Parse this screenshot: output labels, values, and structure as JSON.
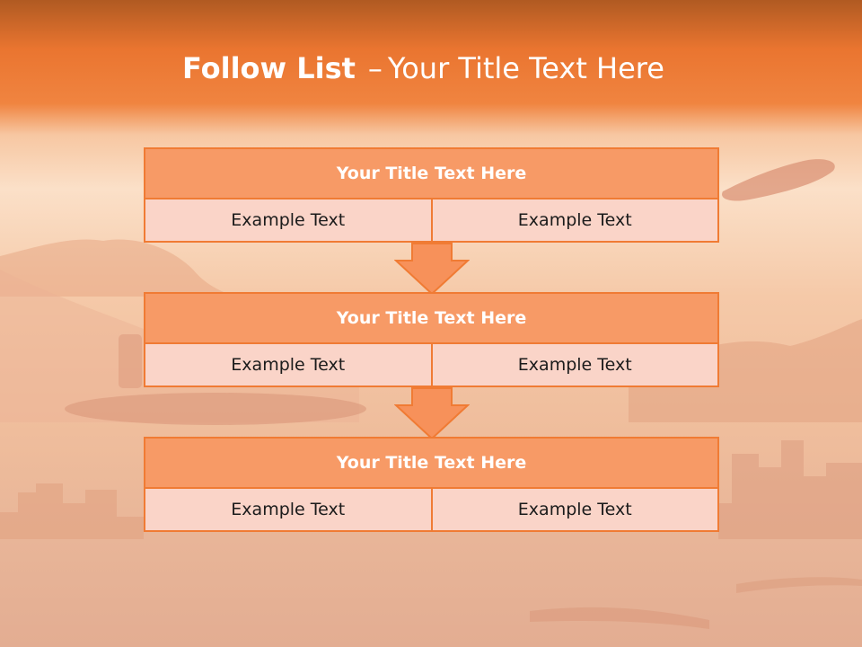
{
  "slide": {
    "title_bold": "Follow List",
    "title_dash": "–",
    "title_rest": "Your Title Text Here"
  },
  "blocks": [
    {
      "title": "Your Title Text Here",
      "left": "Example Text",
      "right": "Example Text"
    },
    {
      "title": "Your Title Text Here",
      "left": "Example Text",
      "right": "Example Text"
    },
    {
      "title": "Your Title Text Here",
      "left": "Example Text",
      "right": "Example Text"
    }
  ],
  "colors": {
    "header_orange": "#f08440",
    "block_title_fill": "#f79a66",
    "cell_fill": "#fad4c8",
    "border": "#f07b34",
    "arrow_fill": "#f7915a"
  },
  "icons": [
    "down-arrow-icon"
  ]
}
